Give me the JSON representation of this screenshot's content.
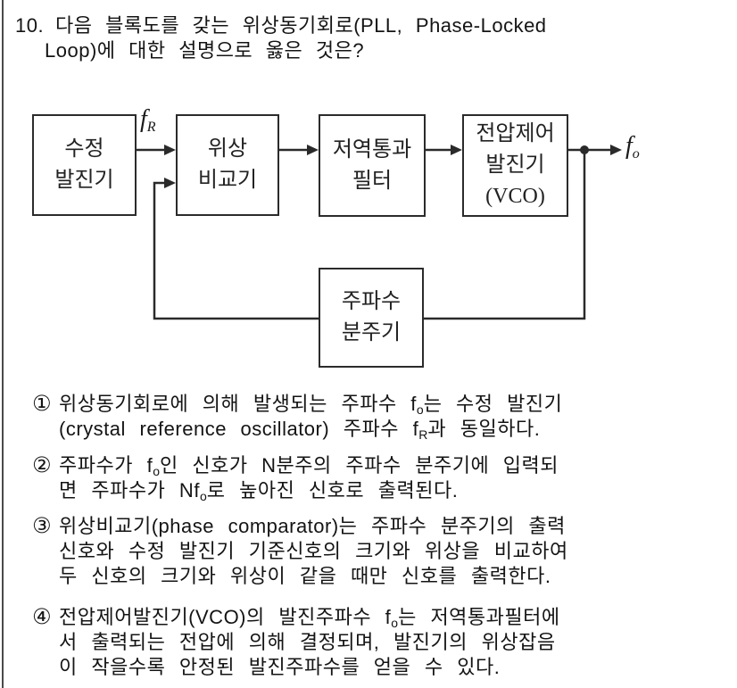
{
  "question": {
    "number": "10.",
    "line1": "다음 블록도를 갖는 위상동기회로(PLL, Phase-Locked",
    "line2": "Loop)에 대한 설명으로 옳은 것은?"
  },
  "diagram": {
    "blocks": {
      "crystal": "수정\n발진기",
      "phase": "위상\n비교기",
      "lpf": "저역통과\n필터",
      "vco": "전압제어\n발진기\n(VCO)",
      "divider": "주파수\n분주기"
    },
    "labels": {
      "fr_main": "f",
      "fr_sub": "R",
      "fo_main": "f",
      "fo_sub": "o"
    },
    "line_color": "#2a2a2a"
  },
  "options": [
    {
      "num": "①",
      "lines": [
        {
          "pre": "위상동기회로에 의해 발생되는 주파수 f",
          "sub": "o",
          "post": "는 수정 발진기"
        },
        {
          "pre": "(crystal reference oscillator) 주파수 f",
          "sub": "R",
          "post": "과 동일하다."
        }
      ]
    },
    {
      "num": "②",
      "lines": [
        {
          "pre": "주파수가 f",
          "sub": "o",
          "post": "인 신호가 N분주의 주파수 분주기에 입력되"
        },
        {
          "pre": "면 주파수가 Nf",
          "sub": "o",
          "post": "로 높아진 신호로 출력된다."
        }
      ]
    },
    {
      "num": "③",
      "lines": [
        {
          "pre": "위상비교기(phase comparator)는 주파수 분주기의 출력"
        },
        {
          "pre": "신호와 수정 발진기 기준신호의 크기와 위상을 비교하여"
        },
        {
          "pre": "두 신호의 크기와 위상이 같을 때만 신호를 출력한다."
        }
      ]
    },
    {
      "num": "④",
      "lines": [
        {
          "pre": "전압제어발진기(VCO)의 발진주파수 f",
          "sub": "o",
          "post": "는 저역통과필터에"
        },
        {
          "pre": "서 출력되는 전압에 의해 결정되며, 발진기의 위상잡음"
        },
        {
          "pre": "이 작을수록 안정된 발진주파수를 얻을 수 있다."
        }
      ]
    }
  ]
}
